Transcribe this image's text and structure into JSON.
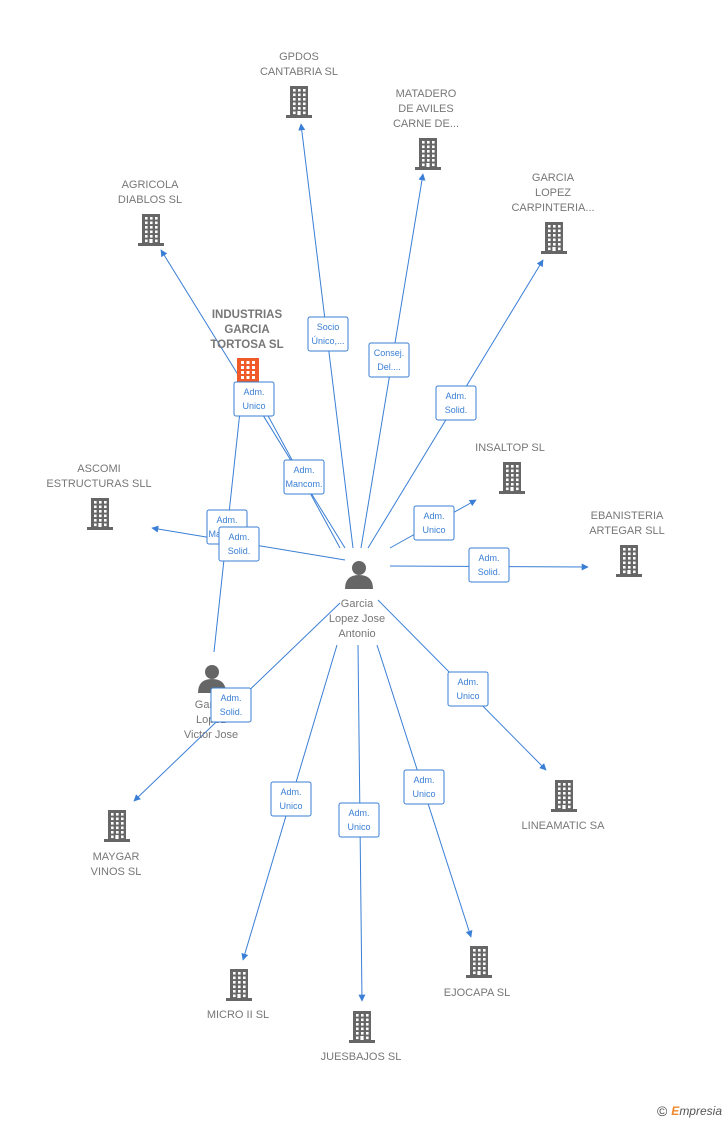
{
  "nodes": [
    {
      "id": "center",
      "kind": "person",
      "lines": [
        "Garcia",
        "Lopez Jose",
        "Antonio"
      ],
      "color": "#666666"
    },
    {
      "id": "person2",
      "kind": "person",
      "lines": [
        "Garcia",
        "Lopez",
        "Victor Jose"
      ],
      "color": "#666666"
    },
    {
      "id": "gpdos",
      "kind": "company",
      "lines": [
        "GPDOS",
        "CANTABRIA SL"
      ],
      "color": "#666666"
    },
    {
      "id": "matadero",
      "kind": "company",
      "lines": [
        "MATADERO",
        "DE AVILES",
        "CARNE DE..."
      ],
      "color": "#666666"
    },
    {
      "id": "garcialopez",
      "kind": "company",
      "lines": [
        "GARCIA",
        "LOPEZ",
        "CARPINTERIA..."
      ],
      "color": "#666666"
    },
    {
      "id": "agricola",
      "kind": "company",
      "lines": [
        "AGRICOLA",
        "DIABLOS SL"
      ],
      "color": "#666666"
    },
    {
      "id": "industrias",
      "kind": "company",
      "lines": [
        "INDUSTRIAS",
        "GARCIA",
        "TORTOSA SL"
      ],
      "color": "#f05a28",
      "bold": true
    },
    {
      "id": "insaltop",
      "kind": "company",
      "lines": [
        "INSALTOP SL"
      ],
      "color": "#666666"
    },
    {
      "id": "ascomi",
      "kind": "company",
      "lines": [
        "ASCOMI",
        "ESTRUCTURAS SLL"
      ],
      "color": "#666666"
    },
    {
      "id": "ebanisteria",
      "kind": "company",
      "lines": [
        "EBANISTERIA",
        "ARTEGAR SLL"
      ],
      "color": "#666666"
    },
    {
      "id": "lineamatic",
      "kind": "company",
      "lines": [
        "LINEAMATIC SA"
      ],
      "color": "#666666"
    },
    {
      "id": "maygar",
      "kind": "company",
      "lines": [
        "MAYGAR",
        "VINOS SL"
      ],
      "color": "#666666"
    },
    {
      "id": "micro",
      "kind": "company",
      "lines": [
        "MICRO II SL"
      ],
      "color": "#666666"
    },
    {
      "id": "juesbajos",
      "kind": "company",
      "lines": [
        "JUESBAJOS SL"
      ],
      "color": "#666666"
    },
    {
      "id": "ejocapa",
      "kind": "company",
      "lines": [
        "EJOCAPA SL"
      ],
      "color": "#666666"
    }
  ],
  "edges": [
    {
      "from": "center",
      "to": "gpdos",
      "label": [
        "Socio",
        "Único,..."
      ]
    },
    {
      "from": "center",
      "to": "matadero",
      "label": [
        "Consej.",
        "Del...."
      ]
    },
    {
      "from": "center",
      "to": "garcialopez",
      "label": [
        "Adm.",
        "Solid."
      ]
    },
    {
      "from": "center",
      "to": "agricola",
      "label": [
        "Adm.",
        "Mancom."
      ]
    },
    {
      "from": "center",
      "to": "industrias",
      "label": [
        "Adm.",
        "Unico"
      ]
    },
    {
      "from": "center",
      "to": "insaltop",
      "label": [
        "Adm.",
        "Unico"
      ]
    },
    {
      "from": "center",
      "to": "ascomi",
      "label": [
        "Adm.",
        "Mancom."
      ]
    },
    {
      "from": "center",
      "to": "ebanisteria",
      "label": [
        "Adm.",
        "Solid."
      ]
    },
    {
      "from": "center",
      "to": "lineamatic",
      "label": [
        "Adm.",
        "Unico"
      ]
    },
    {
      "from": "center",
      "to": "maygar",
      "label": [
        "Adm.",
        "Solid."
      ]
    },
    {
      "from": "center",
      "to": "micro",
      "label": [
        "Adm.",
        "Unico"
      ]
    },
    {
      "from": "center",
      "to": "juesbajos",
      "label": [
        "Adm.",
        "Unico"
      ]
    },
    {
      "from": "center",
      "to": "ejocapa",
      "label": [
        "Adm.",
        "Unico"
      ]
    },
    {
      "from": "person2",
      "to": "industrias",
      "label": [
        "Adm.",
        "Solid."
      ]
    }
  ],
  "colors": {
    "edge": "#3a7fd5",
    "company": "#666666",
    "highlight": "#f05a28"
  },
  "footer": {
    "copyright": "©",
    "brand_initial": "E",
    "brand_rest": "mpresia"
  }
}
